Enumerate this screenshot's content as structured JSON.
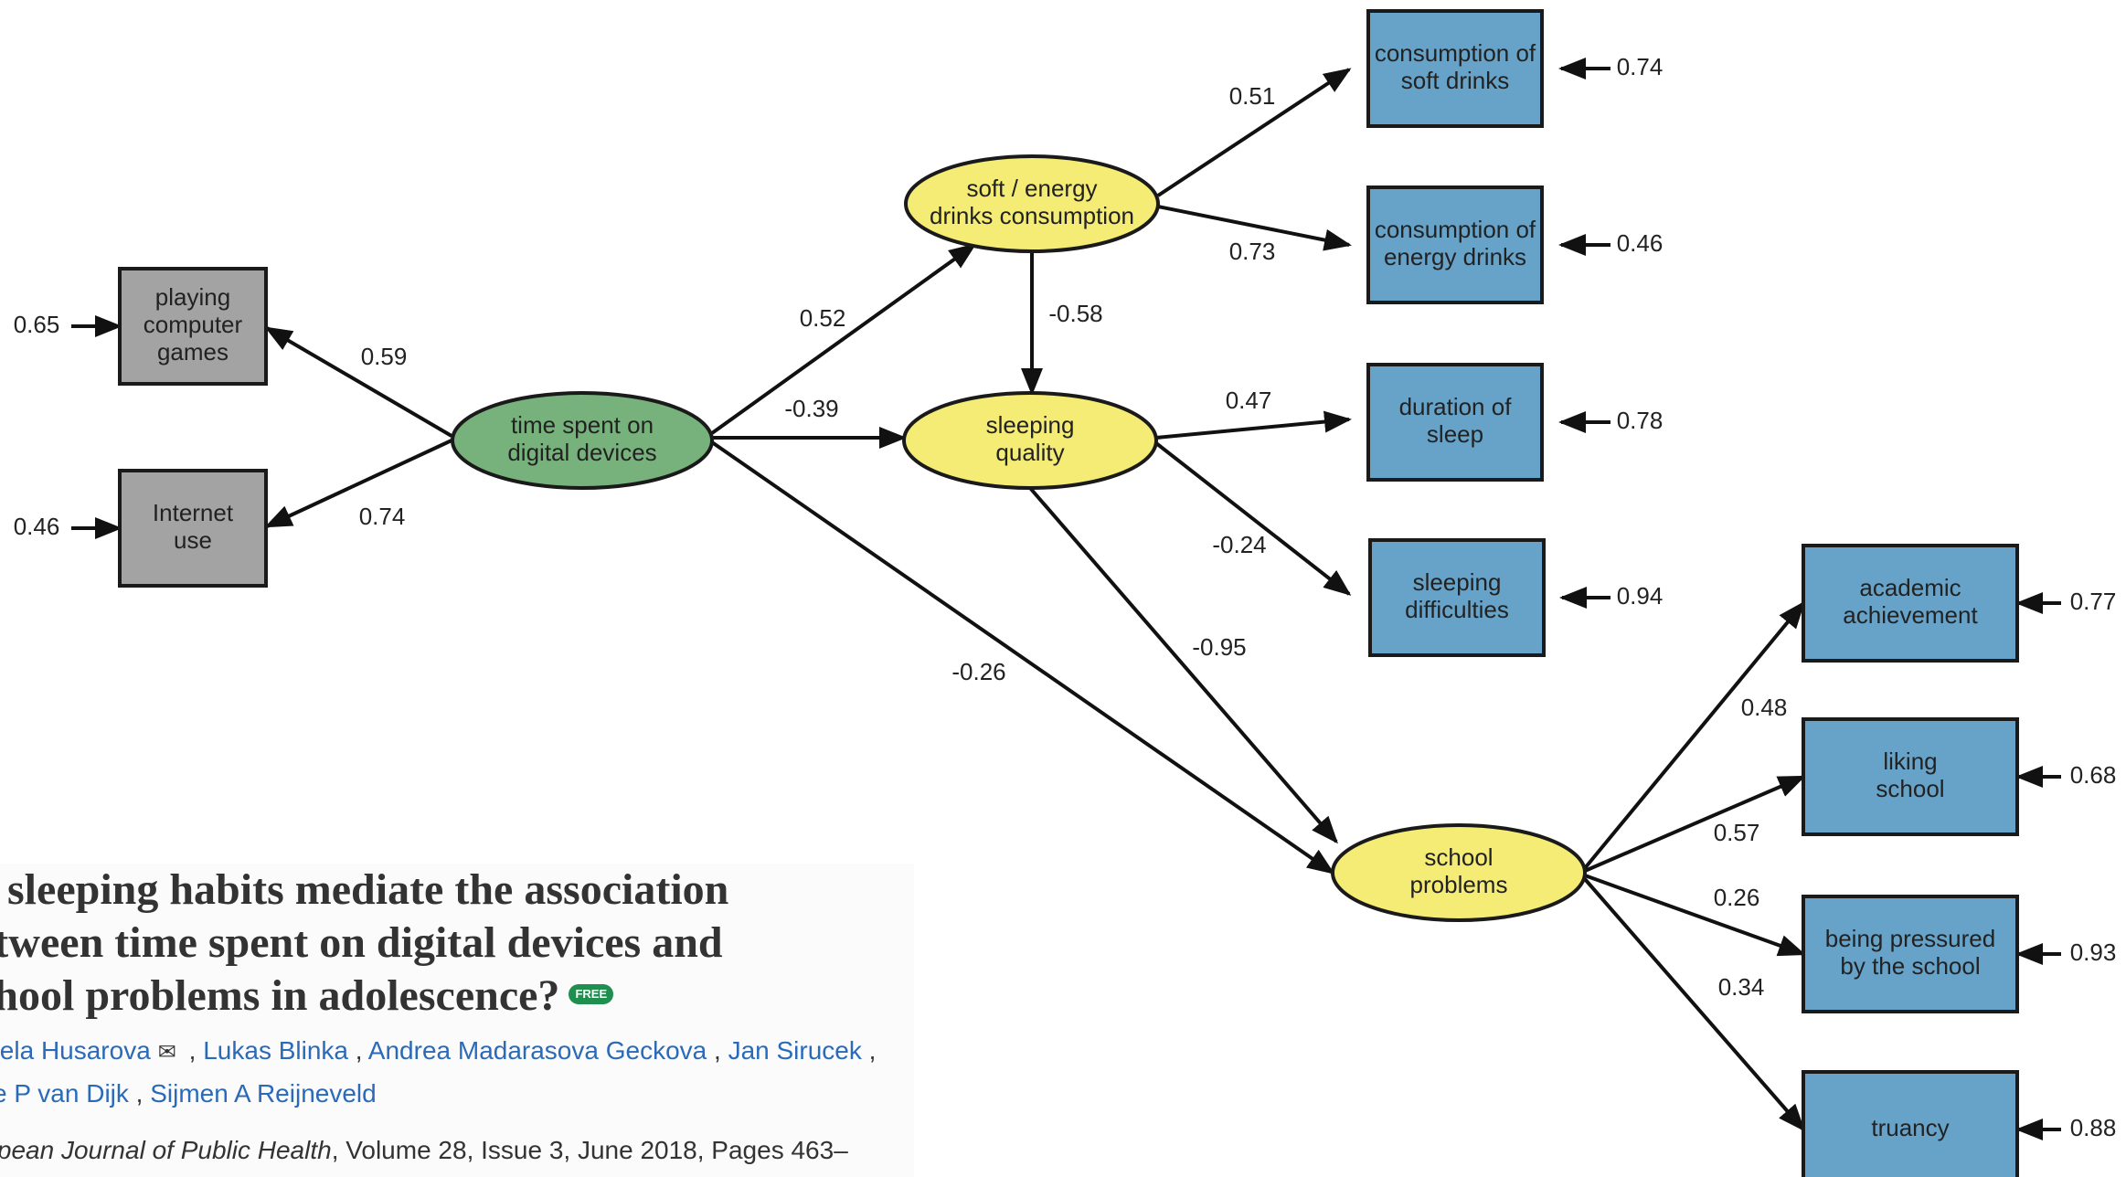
{
  "diagram": {
    "nodes": [
      {
        "id": "playing",
        "shape": "box",
        "fill": "#a3a3a3",
        "lines": [
          "playing",
          "computer",
          "games"
        ]
      },
      {
        "id": "internet",
        "shape": "box",
        "fill": "#a3a3a3",
        "lines": [
          "Internet",
          "use"
        ]
      },
      {
        "id": "time",
        "shape": "ellipse",
        "fill": "#77b27c",
        "lines": [
          "time spent on",
          "digital devices"
        ]
      },
      {
        "id": "softenergy",
        "shape": "ellipse",
        "fill": "#f4ec74",
        "lines": [
          "soft / energy",
          "drinks consumption"
        ]
      },
      {
        "id": "sleeping",
        "shape": "ellipse",
        "fill": "#f4ec74",
        "lines": [
          "sleeping",
          "quality"
        ]
      },
      {
        "id": "school",
        "shape": "ellipse",
        "fill": "#f4ec74",
        "lines": [
          "school",
          "problems"
        ]
      },
      {
        "id": "softdrinks",
        "shape": "box",
        "fill": "#67a3c9",
        "lines": [
          "consumption of",
          "soft drinks"
        ]
      },
      {
        "id": "energydrinks",
        "shape": "box",
        "fill": "#67a3c9",
        "lines": [
          "consumption of",
          "energy drinks"
        ]
      },
      {
        "id": "duration",
        "shape": "box",
        "fill": "#67a3c9",
        "lines": [
          "duration of",
          "sleep"
        ]
      },
      {
        "id": "difficulties",
        "shape": "box",
        "fill": "#67a3c9",
        "lines": [
          "sleeping",
          "difficulties"
        ]
      },
      {
        "id": "academic",
        "shape": "box",
        "fill": "#67a3c9",
        "lines": [
          "academic",
          "achievement"
        ]
      },
      {
        "id": "liking",
        "shape": "box",
        "fill": "#67a3c9",
        "lines": [
          "liking",
          "school"
        ]
      },
      {
        "id": "pressured",
        "shape": "box",
        "fill": "#67a3c9",
        "lines": [
          "being pressured",
          "by the school"
        ]
      },
      {
        "id": "truancy",
        "shape": "box",
        "fill": "#67a3c9",
        "lines": [
          "truancy"
        ]
      }
    ],
    "paths": [
      {
        "from": "time",
        "to": "playing",
        "coef": "0.59"
      },
      {
        "from": "time",
        "to": "internet",
        "coef": "0.74"
      },
      {
        "from": "time",
        "to": "softenergy",
        "coef": "0.52"
      },
      {
        "from": "time",
        "to": "sleeping",
        "coef": "-0.39"
      },
      {
        "from": "time",
        "to": "school",
        "coef": "-0.26"
      },
      {
        "from": "softenergy",
        "to": "sleeping",
        "coef": "-0.58"
      },
      {
        "from": "softenergy",
        "to": "softdrinks",
        "coef": "0.51"
      },
      {
        "from": "softenergy",
        "to": "energydrinks",
        "coef": "0.73"
      },
      {
        "from": "sleeping",
        "to": "duration",
        "coef": "0.47"
      },
      {
        "from": "sleeping",
        "to": "difficulties",
        "coef": "-0.24"
      },
      {
        "from": "sleeping",
        "to": "school",
        "coef": "-0.95"
      },
      {
        "from": "school",
        "to": "academic",
        "coef": "0.48"
      },
      {
        "from": "school",
        "to": "liking",
        "coef": "0.57"
      },
      {
        "from": "school",
        "to": "pressured",
        "coef": "0.26"
      },
      {
        "from": "school",
        "to": "truancy",
        "coef": "0.34"
      }
    ],
    "errors": [
      {
        "node": "playing",
        "value": "0.65"
      },
      {
        "node": "internet",
        "value": "0.46"
      },
      {
        "node": "softdrinks",
        "value": "0.74"
      },
      {
        "node": "energydrinks",
        "value": "0.46"
      },
      {
        "node": "duration",
        "value": "0.78"
      },
      {
        "node": "difficulties",
        "value": "0.94"
      },
      {
        "node": "academic",
        "value": "0.77"
      },
      {
        "node": "liking",
        "value": "0.68"
      },
      {
        "node": "pressured",
        "value": "0.93"
      },
      {
        "node": "truancy",
        "value": "0.88"
      }
    ]
  },
  "article": {
    "title_lines": [
      "o sleeping habits mediate the association",
      "etween time spent on digital devices and",
      "chool problems in adolescence?"
    ],
    "free_badge": "FREE",
    "authors_line1": [
      {
        "name": "niela Husarova",
        "mail": true
      },
      {
        "name": "Lukas Blinka"
      },
      {
        "name": "Andrea Madarasova Geckova"
      },
      {
        "name": "Jan Sirucek"
      }
    ],
    "authors_line2": [
      {
        "name": "se P van Dijk"
      },
      {
        "name": "Sijmen A Reijneveld"
      }
    ],
    "journal_name": "ropean Journal of Public Health",
    "journal_rest": ", Volume 28, Issue 3, June 2018, Pages 463–"
  }
}
